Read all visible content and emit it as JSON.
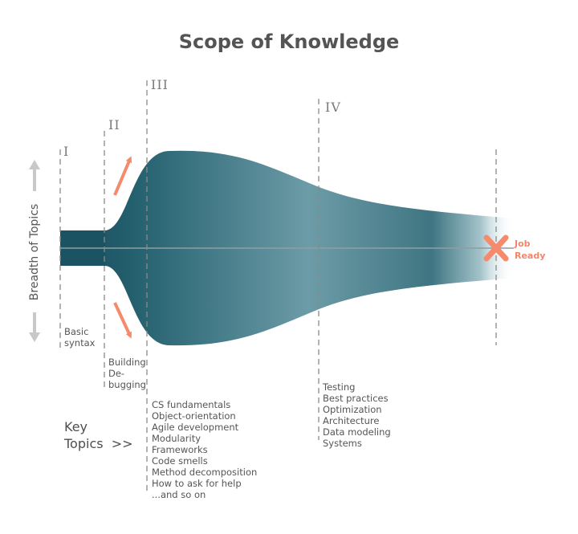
{
  "title": "Scope of Knowledge",
  "y_axis_label": "Breadth of Topics",
  "stages": [
    {
      "numeral": "I",
      "topics": [
        "Basic",
        "syntax"
      ]
    },
    {
      "numeral": "II",
      "topics": [
        "Building",
        "De-",
        "bugging"
      ]
    },
    {
      "numeral": "III",
      "topics": [
        "CS fundamentals",
        "Object-orientation",
        "Agile development",
        "Modularity",
        "Frameworks",
        "Code smells",
        "Method decomposition",
        "How to ask for help",
        "...and so on"
      ]
    },
    {
      "numeral": "IV",
      "topics": [
        "Testing",
        "Best practices",
        "Optimization",
        "Architecture",
        "Data modeling",
        "Systems"
      ]
    }
  ],
  "key_topics": {
    "line1": "Key",
    "line2": "Topics  >>"
  },
  "goal": {
    "line1": "Job",
    "line2": "Ready"
  },
  "colors": {
    "shape_dark": "#1d5565",
    "shape_light": "#6b9ba6",
    "accent": "#f58a6c",
    "dashed": "#8a8a8a",
    "axis_arrow": "#c8c8c8"
  }
}
